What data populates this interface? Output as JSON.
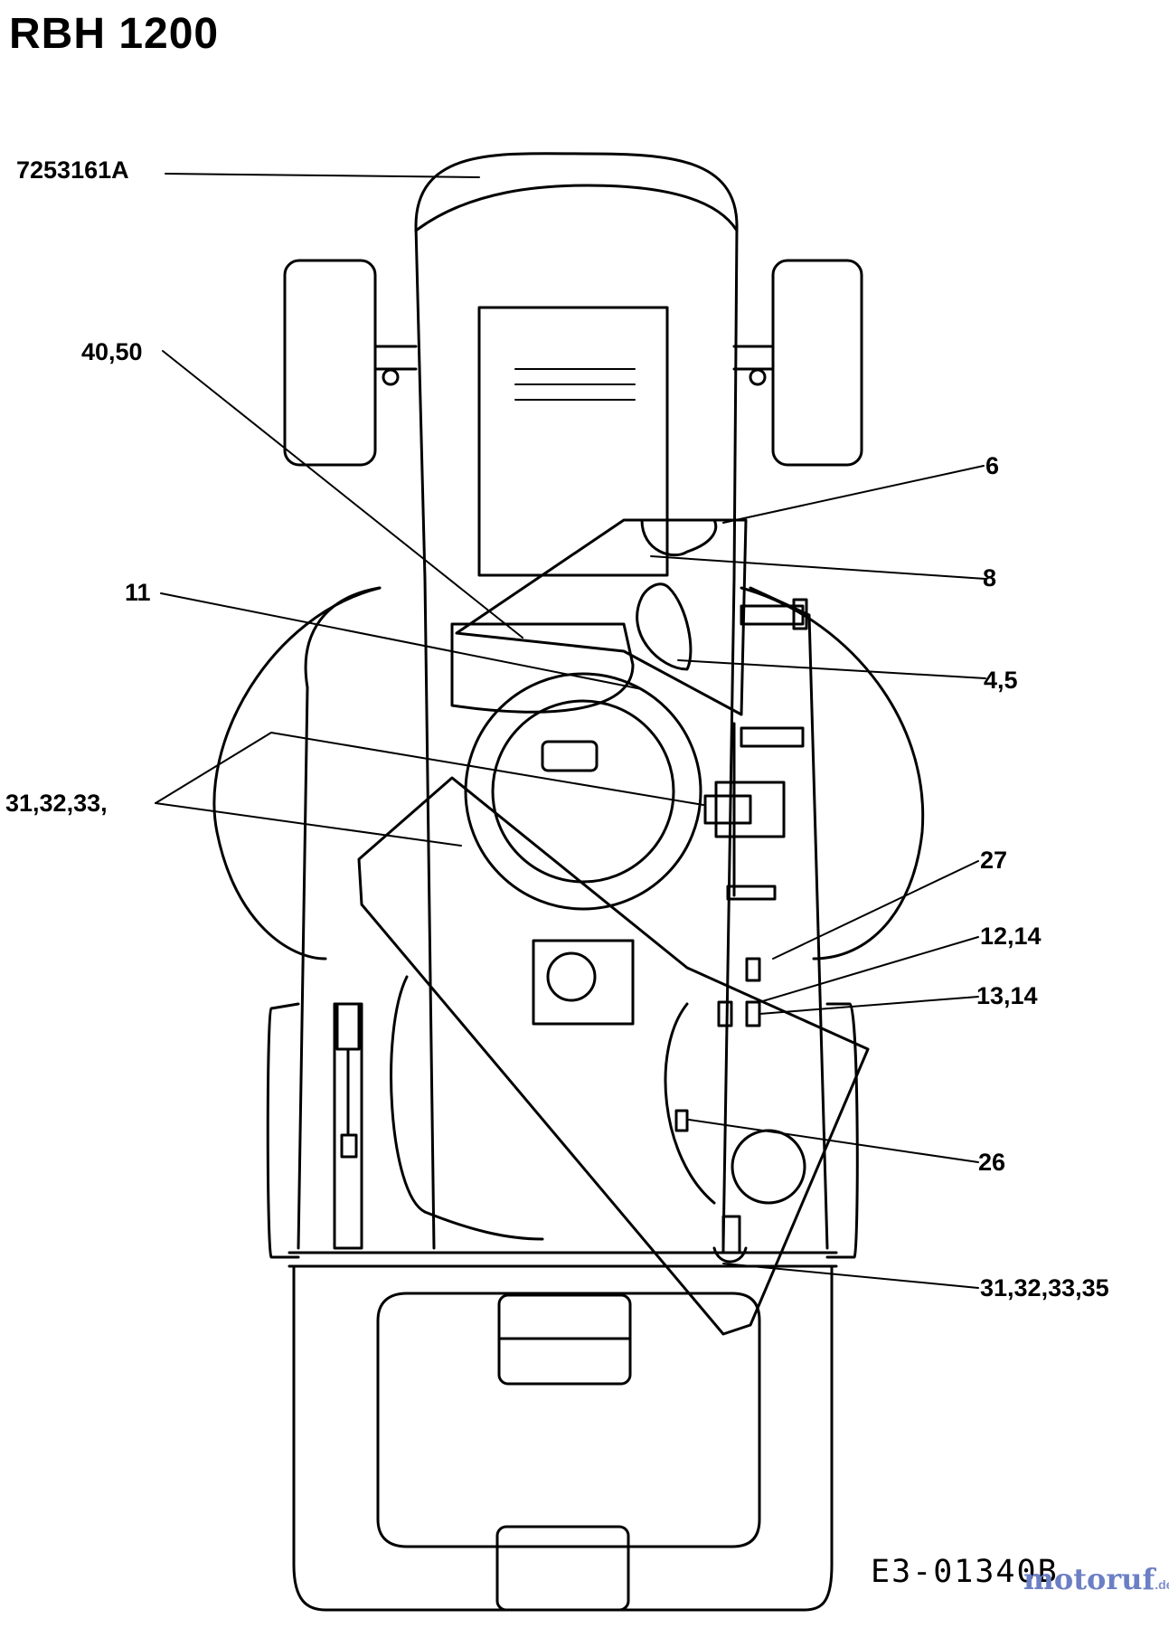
{
  "title": "RBH 1200",
  "callouts": {
    "hood": "7253161A",
    "c40_50": "40,50",
    "c6": "6",
    "c8": "8",
    "c11": "11",
    "c4_5": "4,5",
    "c31_left": "31,32,33,",
    "c27": "27",
    "c12_14": "12,14",
    "c13_14": "13,14",
    "c26": "26",
    "c31_right": "31,32,33,35"
  },
  "drawing_code": "E3-01340B",
  "watermark": {
    "text": "motoruf",
    "suffix": ".de",
    "color": "#6b7fc4"
  }
}
